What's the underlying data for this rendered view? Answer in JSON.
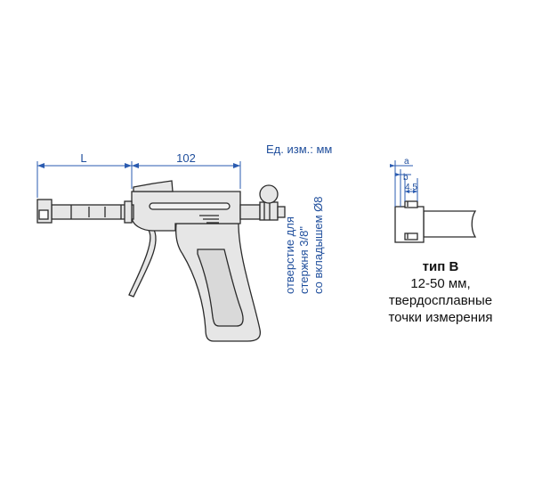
{
  "units_label": "Ед. изм.: мм",
  "dimensions": {
    "L": "L",
    "length_102": "102",
    "a": "a",
    "b": "b",
    "c": "4.5"
  },
  "vertical_note": {
    "line1": "отверстие для",
    "line2": "стержня 3/8\"",
    "line3": "со вкладышем Ø8"
  },
  "caption": {
    "title": "тип B",
    "line1": "12-50 мм,",
    "line2": "твердосплавные",
    "line3": "точки измерения"
  },
  "colors": {
    "dimension": "#1f4e9c",
    "outline": "#2b2b2b",
    "body": "#e6e6e6"
  }
}
